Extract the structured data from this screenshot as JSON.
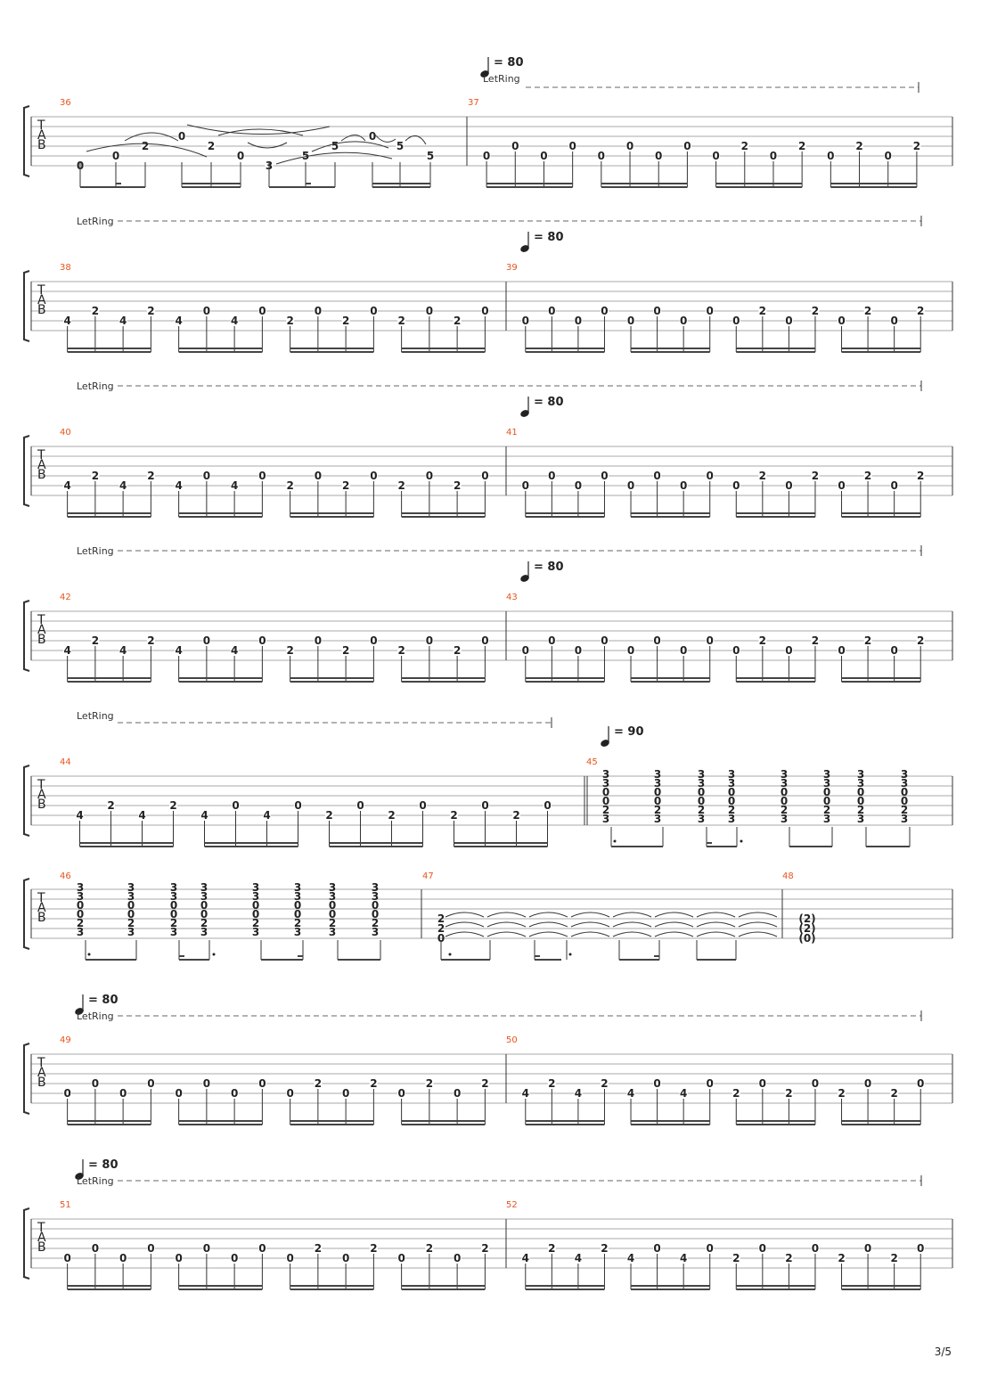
{
  "page": {
    "number": "3/5"
  },
  "labels": {
    "letring": "LetRing",
    "tempo_80": "= 80",
    "tempo_90": "= 90",
    "tab_letters": [
      "T",
      "A",
      "B"
    ]
  },
  "systems": [
    {
      "measures": [
        "36",
        "37"
      ]
    },
    {
      "measures": [
        "38",
        "39"
      ]
    },
    {
      "measures": [
        "40",
        "41"
      ]
    },
    {
      "measures": [
        "42",
        "43"
      ]
    },
    {
      "measures": [
        "44",
        "45"
      ]
    },
    {
      "measures": [
        "46",
        "47",
        "48"
      ]
    },
    {
      "measures": [
        "49",
        "50"
      ]
    },
    {
      "measures": [
        "51",
        "52"
      ]
    }
  ],
  "notes": {
    "m36": [
      {
        "s": 6,
        "f": "0"
      },
      {
        "s": 5,
        "f": "0"
      },
      {
        "s": 4,
        "f": "2"
      },
      {
        "s": 3,
        "f": "0"
      },
      {
        "s": 4,
        "f": "2"
      },
      {
        "s": 5,
        "f": "0"
      },
      {
        "s": 6,
        "f": "3"
      },
      {
        "s": 5,
        "f": "5"
      },
      {
        "s": 4,
        "f": "5"
      },
      {
        "s": 3,
        "f": "0"
      },
      {
        "s": 4,
        "f": "5"
      },
      {
        "s": 5,
        "f": "5"
      }
    ],
    "patA": [
      "0",
      "0",
      "0",
      "0",
      "0",
      "0",
      "0",
      "0",
      "0",
      "2",
      "0",
      "2",
      "0",
      "2",
      "0",
      "2"
    ],
    "patA_strings": [
      5,
      4,
      5,
      4,
      5,
      4,
      5,
      4,
      5,
      4,
      5,
      4,
      5,
      4,
      5,
      4
    ],
    "patB": [
      "4",
      "2",
      "4",
      "2",
      "4",
      "0",
      "4",
      "0",
      "2",
      "0",
      "2",
      "0",
      "2",
      "0",
      "2",
      "0"
    ],
    "patB_strings": [
      5,
      4,
      5,
      4,
      5,
      4,
      5,
      4,
      5,
      4,
      5,
      4,
      5,
      4,
      5,
      4
    ],
    "chord": [
      "3",
      "3",
      "0",
      "0",
      "2",
      "3"
    ],
    "m47_chord": [
      "2",
      "2",
      "0"
    ],
    "m48_chord": [
      "(2)",
      "(2)",
      "(0)"
    ]
  }
}
